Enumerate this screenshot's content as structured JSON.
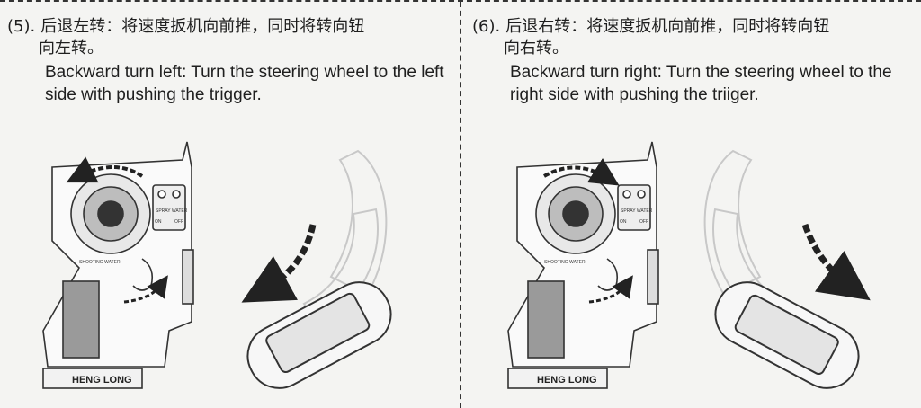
{
  "panels": [
    {
      "number": "(5).",
      "cn_line1": "后退左转：将速度扳机向前推，同时将转向钮",
      "cn_line2": "向左转。",
      "en_text": "Backward turn left: Turn the steering wheel to the left side with pushing the trigger.",
      "brand": "HENG LONG",
      "spray_label": "SPRAY WATER",
      "switch_on": "ON",
      "switch_off": "OFF",
      "shoot_label": "SHOOTING WATER"
    },
    {
      "number": "(6).",
      "cn_line1": "后退右转：将速度扳机向前推，同时将转向钮",
      "cn_line2": "向右转。",
      "en_text": "Backward turn right: Turn the steering wheel to the right side with pushing the triiger.",
      "brand": "HENG LONG",
      "spray_label": "SPRAY WATER",
      "switch_on": "ON",
      "switch_off": "OFF",
      "shoot_label": "SHOOTING WATER"
    }
  ],
  "icons": [
    "remote-controller-icon",
    "tank-vehicle-icon",
    "turn-arrow-icon"
  ]
}
